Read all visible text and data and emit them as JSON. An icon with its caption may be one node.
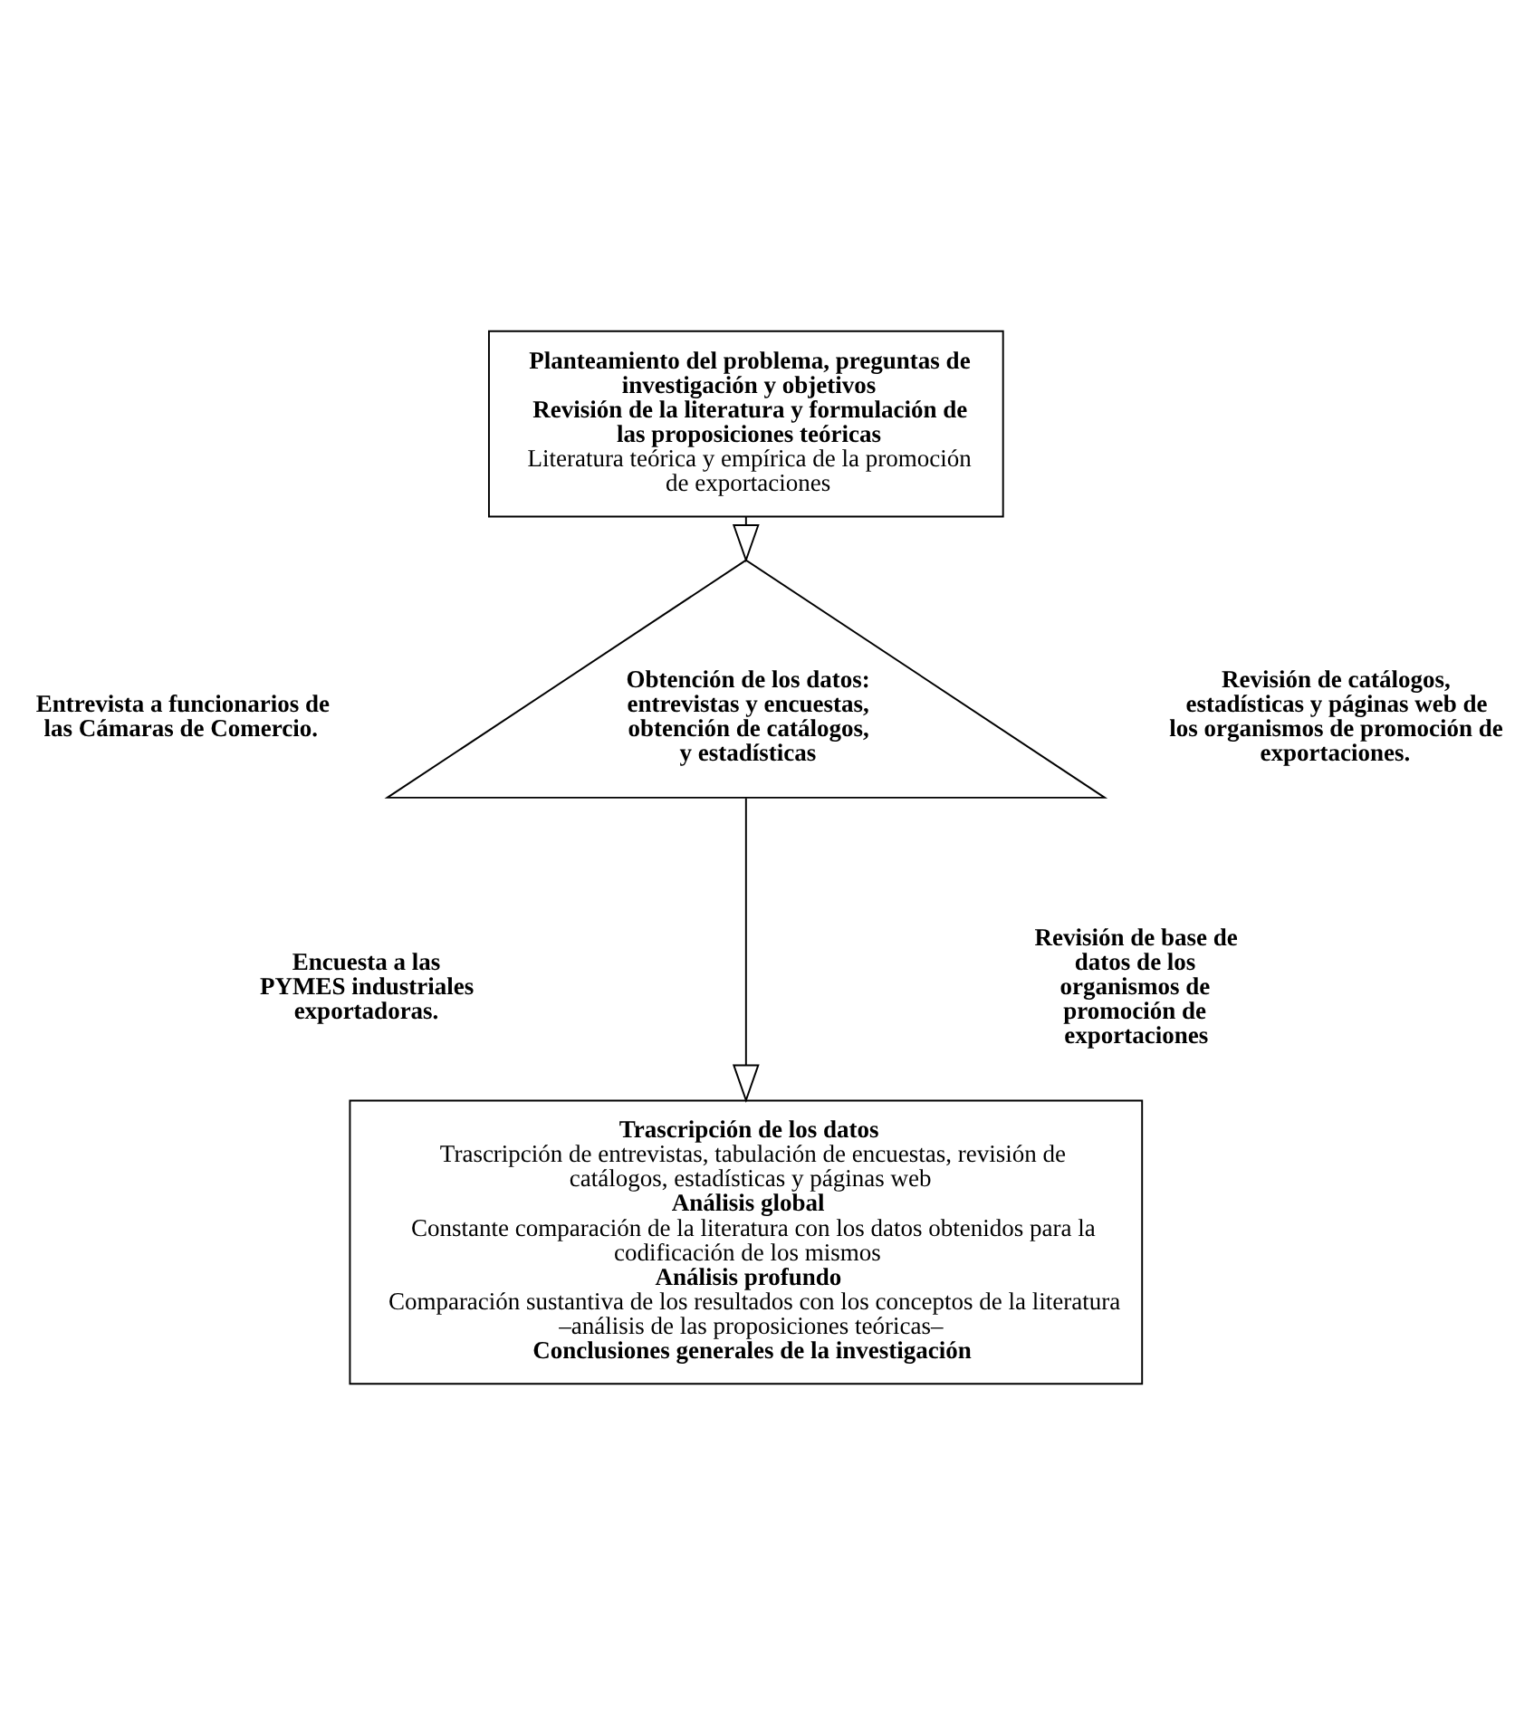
{
  "diagram": {
    "nodes": [
      {
        "text": [
          "Planteamiento del problema, preguntas de investigación y objetivos",
          "Revisión de la literatura y formulación de las proposiciones teóricas",
          "Literatura teórica y empírica de la promoción de exportaciones"
        ]
      },
      {
        "text": [
          "Obtención de los datos: entrevistas y encuestas, obtención de catálogos, y estadísticas"
        ]
      },
      {
        "text": [
          "Trascripción de los datos",
          "Trascripción de entrevistas, tabulación de encuestas, revisión de catálogos, estadísticas y páginas web",
          "Análisis global",
          "Constante comparación de la literatura con los datos obtenidos para la codificación de los mismos",
          "Análisis profundo",
          "Comparación sustantiva de los resultados con los conceptos de la literatura –análisis de las proposiciones teóricas–",
          "Conclusiones generales de la investigación"
        ]
      }
    ],
    "edges": [
      {
        "from": 0,
        "to": 1,
        "arrow": "to"
      },
      {
        "from": 1,
        "to": 2,
        "arrow": "to"
      }
    ],
    "labels": [
      "Entrevista a funcionarios de las Cámaras de Comercio.",
      "Revisión de catálogos, estadísticas y páginas web de los organismos de promoción de exportaciones.",
      "Encuesta a las PYMES industriales exportadoras.",
      "Revisión de base de datos de los organismos de promoción de exportaciones"
    ]
  }
}
